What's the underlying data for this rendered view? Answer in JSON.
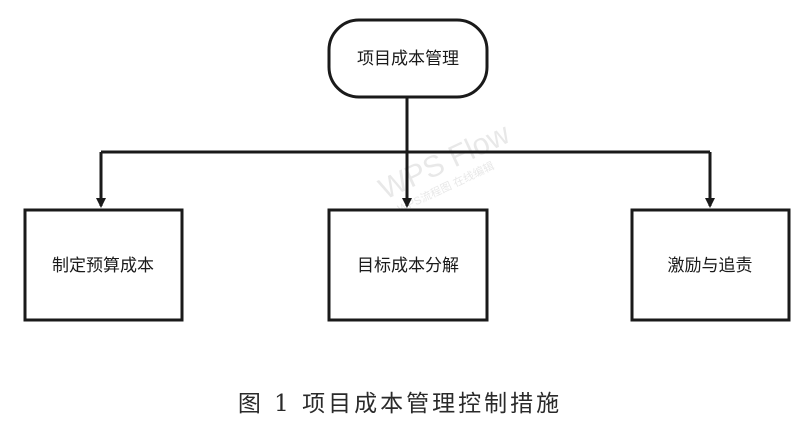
{
  "diagram": {
    "root": {
      "label": "项目成本管理"
    },
    "children": [
      {
        "label": "制定预算成本"
      },
      {
        "label": "目标成本分解"
      },
      {
        "label": "激励与追责"
      }
    ],
    "watermark": {
      "brand": "WPS Flow",
      "sub": "WPS流程图 在线编辑"
    }
  },
  "caption": "图 1  项目成本管理控制措施"
}
